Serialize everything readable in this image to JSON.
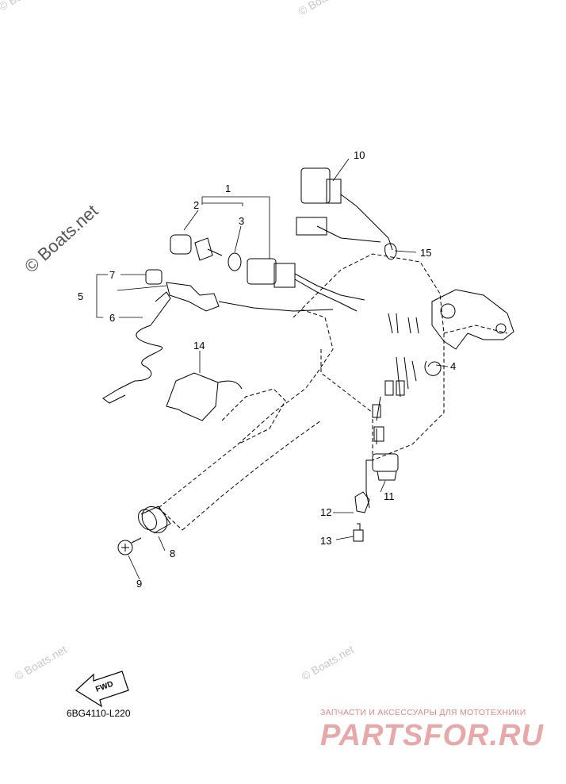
{
  "callouts": {
    "c1": "1",
    "c2": "2",
    "c3": "3",
    "c4": "4",
    "c5": "5",
    "c6": "6",
    "c7": "7",
    "c8": "8",
    "c9": "9",
    "c10": "10",
    "c11": "11",
    "c12": "12",
    "c13": "13",
    "c14": "14",
    "c15": "15"
  },
  "fwd_label": "FWD",
  "diagram_code": "6BG4110-L220",
  "watermarks": {
    "main": "© Boats.net",
    "faint": "© Boats.net"
  },
  "shop": {
    "tagline": "ЗАПЧАСТИ И АКСЕССУАРЫ ДЛЯ МОТОТЕХНИКИ",
    "logo": "PARTSFOR.RU"
  },
  "colors": {
    "line": "#000000",
    "watermark": "#c8c8c8",
    "shop_logo": "#e6a8a8"
  }
}
